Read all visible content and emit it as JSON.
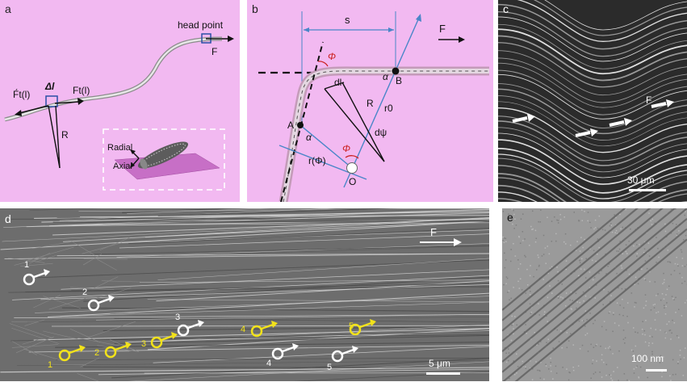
{
  "panel_a": {
    "label": "a",
    "head_point": "head point",
    "force": "F",
    "delta_l": "Δl",
    "ft_left": "F́t(l)",
    "ft_right": "Ft(l)",
    "radius": "R",
    "inset_radial": "Radial",
    "inset_axial": "Axial"
  },
  "panel_b": {
    "label": "b",
    "s": "s",
    "force": "F",
    "phi": "Φ",
    "alpha": "α",
    "point_a": "A",
    "point_b": "B",
    "point_o": "O",
    "dl": "dl",
    "radius": "R",
    "r0": "r0",
    "dpsi": "dψ",
    "r_phi": "r(Φ)"
  },
  "panel_c": {
    "label": "c",
    "force": "F",
    "scale": "30 μm"
  },
  "panel_d": {
    "label": "d",
    "force": "F",
    "scale": "5 μm",
    "white_markers": [
      "1",
      "2",
      "3",
      "4",
      "5"
    ],
    "yellow_markers": [
      "1",
      "2",
      "3",
      "4",
      "5"
    ]
  },
  "panel_e": {
    "label": "e",
    "scale": "100 nm"
  },
  "colors": {
    "pink": "#f2b9f1",
    "blue": "#4a86c8",
    "red": "#cc2222",
    "yellow": "#f2e21a"
  }
}
